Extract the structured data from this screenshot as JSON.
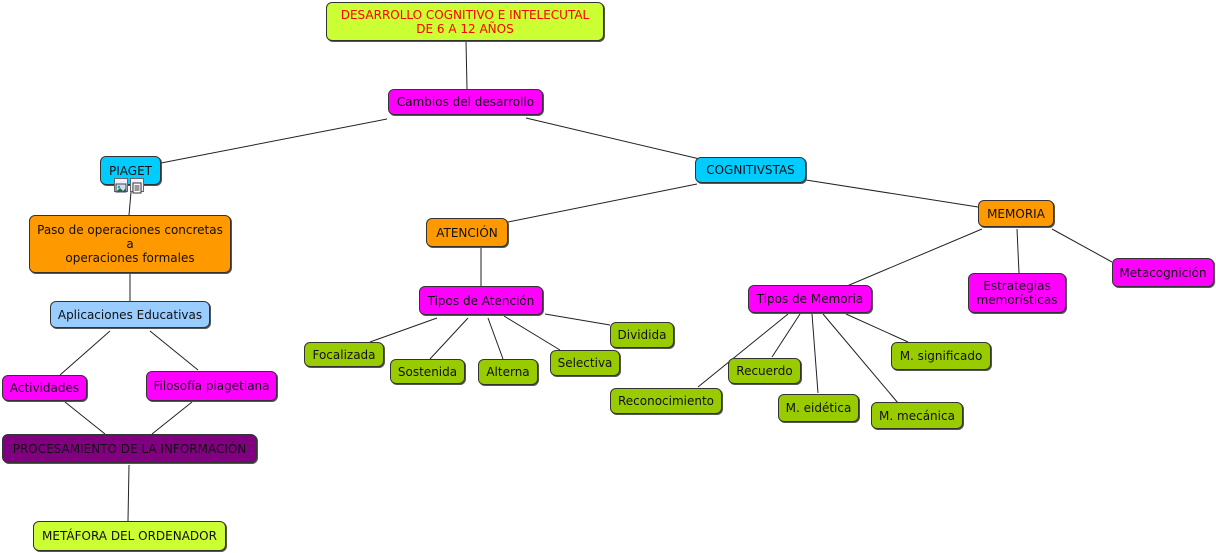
{
  "nodes": {
    "root": "DESARROLLO COGNITIVO E INTELECUTAL\nDE 6 A 12 AÑOS",
    "cambios": "Cambios del desarrollo",
    "piaget": "PIAGET",
    "cognitivistas": "COGNITIVSTAS",
    "paso": "Paso de operaciones concretas\na\noperaciones formales",
    "aplicaciones": "Aplicaciones Educativas",
    "actividades": "Actividades",
    "filosofia": "Filosofía piagetiana",
    "procesamiento": "PROCESAMIENTO DE LA INFORMACIÓN",
    "metafora": "METÁFORA DEL ORDENADOR",
    "atencion": "ATENCIÓN",
    "tipos_atencion": "Tipos de Atención",
    "focalizada": "Focalizada",
    "sostenida": "Sostenida",
    "alterna": "Alterna",
    "selectiva": "Selectiva",
    "dividida": "Dividida",
    "memoria": "MEMORIA",
    "tipos_memoria": "Tipos de Memoria",
    "estrategias": "Estrategias\nmemorísticas",
    "metacognicion": "Metacognición",
    "reconocimiento": "Reconocimiento",
    "recuerdo": "Recuerdo",
    "eidetica": "M. eidética",
    "mecanica": "M. mecánica",
    "significado": "M. significado"
  },
  "colors": {
    "lime": "#ccff33",
    "magenta": "#ff00ff",
    "cyan": "#00ccff",
    "orange": "#ff9900",
    "light_blue": "#99ccff",
    "olive": "#99cc00",
    "purple": "#800080",
    "root_text": "#ff0000"
  },
  "icons": [
    "image-icon",
    "note-icon"
  ]
}
